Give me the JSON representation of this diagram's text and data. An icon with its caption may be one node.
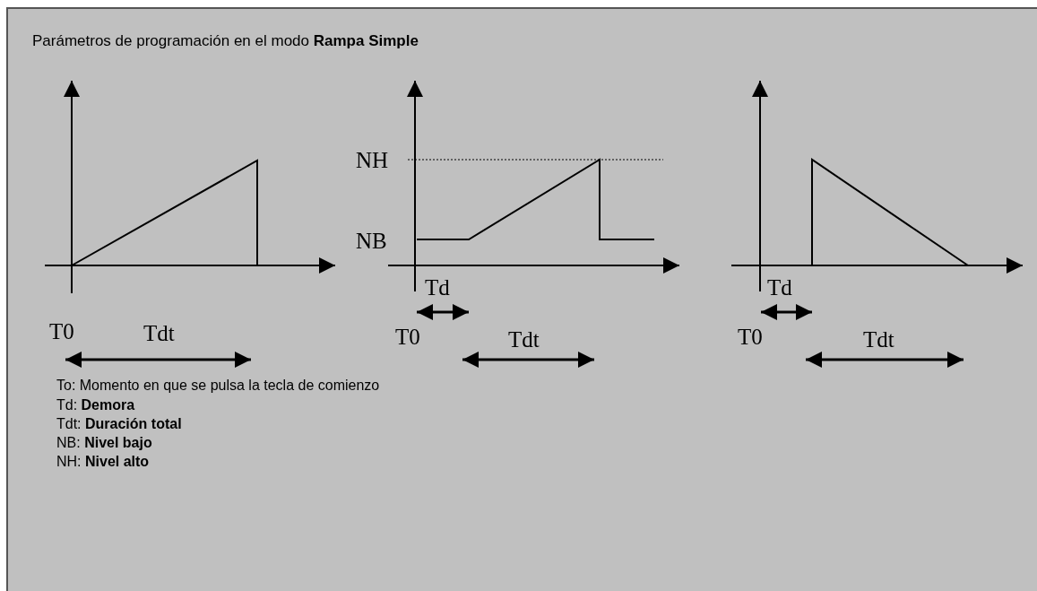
{
  "diagram": {
    "title": "Parámetros de programación en el modo **Rampa Simple**",
    "labels": [
      "T0",
      "Tdt",
      "NH",
      "NB",
      "Td",
      "T0",
      "Tdt",
      "Td",
      "T0",
      "Tdt",
      "To: Momento en que se pulsa la tecla de comienzo",
      "Td: **Demora**",
      "Tdt: **Duración total**",
      "NB: **Nivel bajo**",
      "NH: **Nivel alto**"
    ]
  }
}
